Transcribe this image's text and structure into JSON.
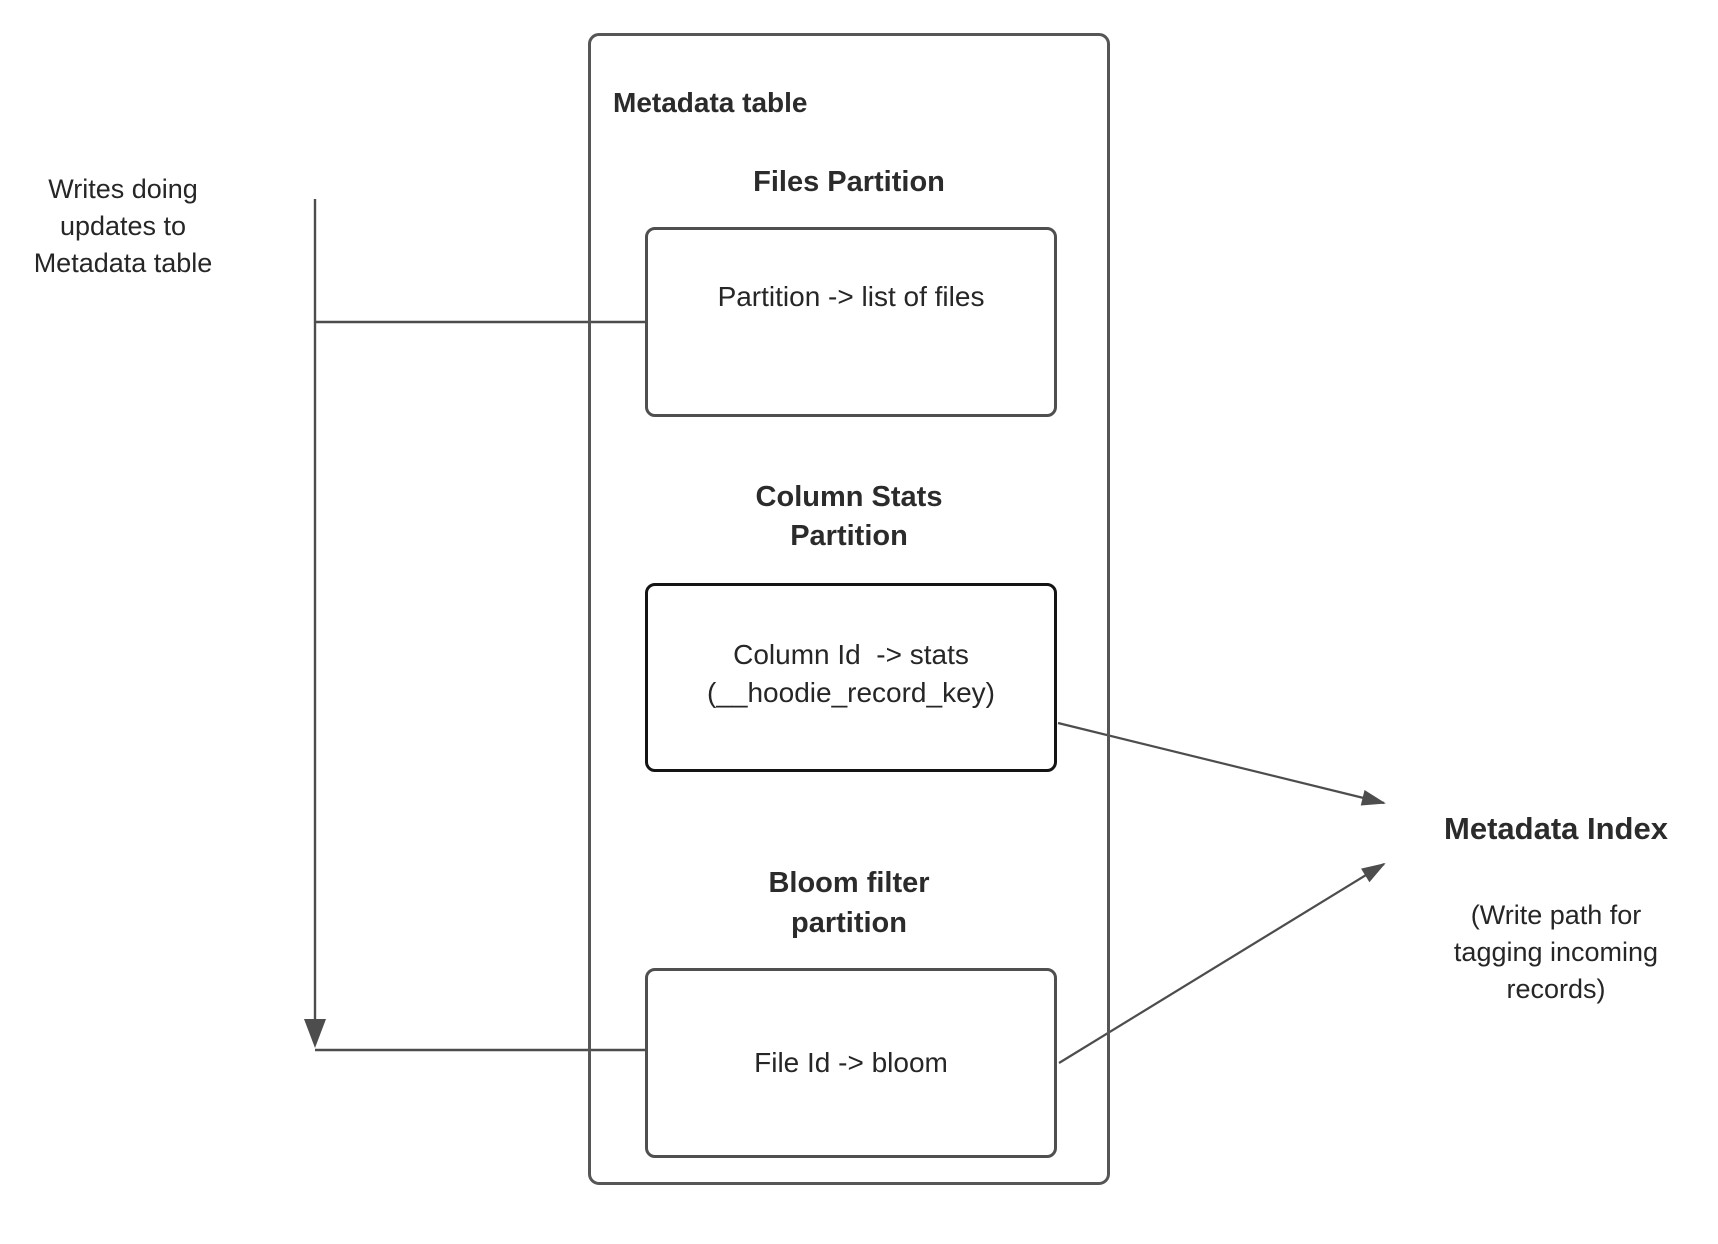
{
  "palette": {
    "background": "#ffffff",
    "connector_line": "#4d4d4d",
    "box_border": "#4f4f4f",
    "outer_box_border": "#565656",
    "stats_box_border": "#141414",
    "text": "#262626"
  },
  "left_note": {
    "lines": [
      "Writes doing",
      "updates to",
      "Metadata table"
    ]
  },
  "metadata_table": {
    "title": "Metadata table",
    "files_partition": {
      "heading": "Files Partition",
      "box_lines": [
        "Partition -> list of files"
      ]
    },
    "column_stats_partition": {
      "heading_lines": [
        "Column Stats",
        "Partition"
      ],
      "box_lines": [
        "Column Id  -> stats",
        "(__hoodie_record_key)"
      ]
    },
    "bloom_filter_partition": {
      "heading_lines": [
        "Bloom filter",
        "partition"
      ],
      "box_lines": [
        "File Id -> bloom"
      ]
    }
  },
  "metadata_index": {
    "title": "Metadata Index",
    "subtitle_lines": [
      "(Write path for",
      "tagging incoming",
      "records)"
    ]
  }
}
